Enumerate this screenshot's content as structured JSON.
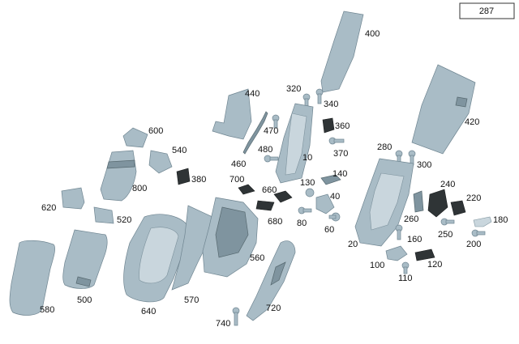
{
  "page_number": "287",
  "part_labels": {
    "p10": "10",
    "p20": "20",
    "p40": "40",
    "p60": "60",
    "p80": "80",
    "p100": "100",
    "p110": "110",
    "p120": "120",
    "p130": "130",
    "p140": "140",
    "p160": "160",
    "p180": "180",
    "p200": "200",
    "p220": "220",
    "p240": "240",
    "p250": "250",
    "p260": "260",
    "p280": "280",
    "p300": "300",
    "p320": "320",
    "p340": "340",
    "p360": "360",
    "p370": "370",
    "p380": "380",
    "p400": "400",
    "p420": "420",
    "p440": "440",
    "p460": "460",
    "p470": "470",
    "p480": "480",
    "p500": "500",
    "p520": "520",
    "p540": "540",
    "p560": "560",
    "p570": "570",
    "p580": "580",
    "p600": "600",
    "p620": "620",
    "p640": "640",
    "p660": "660",
    "p680": "680",
    "p700": "700",
    "p720": "720",
    "p740": "740",
    "p800": "800"
  }
}
